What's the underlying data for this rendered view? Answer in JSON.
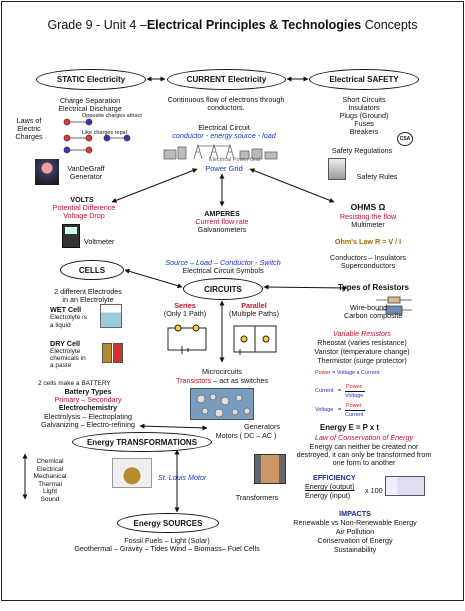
{
  "title": {
    "prefix": "Grade 9 - Unit 4 –",
    "bold": "Electrical Principles & Technologies",
    "suffix": " Concepts"
  },
  "nodes": {
    "static": "STATIC Electricity",
    "current": "CURRENT Electricity",
    "safety": "Electrical SAFETY",
    "cells": "CELLS",
    "circuits": "CIRCUITS",
    "transformations": "Energy TRANSFORMATIONS",
    "sources": "Energy SOURCES"
  },
  "static": {
    "l1": "Charge Separation",
    "l2": "Electrical Discharge",
    "laws1": "Laws of",
    "laws2": "Electric",
    "laws3": "Charges",
    "opp": "Opposite charges attract",
    "like": "Like charges repel",
    "vdg1": "VanDeGraff",
    "vdg2": "Generator"
  },
  "current": {
    "l1": "Continuous flow of electrons through",
    "l2": "conductors.",
    "ec": "Electrical Circuit",
    "cel": "conductor - energy source - load",
    "grid_caption": "Electrical Power Grid",
    "grid": "Power Grid"
  },
  "safety": {
    "l1": "Short Circuits",
    "l2": "Insulators",
    "l3": "Plugs (Ground)",
    "l4": "Fuses",
    "l5": "Breakers",
    "regs": "Safety Regulations",
    "rules": "Safety Rules",
    "csa": "CSA"
  },
  "volts": {
    "t": "VOLTS",
    "l1": "Potential Difference",
    "l2": "Voltage Drop",
    "meter": "Voltmeter"
  },
  "amps": {
    "t": "AMPERES",
    "l1": "Current flow rate",
    "l2": "Galvanometers"
  },
  "ohms": {
    "t": "OHMS Ω",
    "l1": "Resisting the flow",
    "l2": "Multimeter",
    "law": "Ohm's Law   R = V / I",
    "c1": "Conductors – Insulators",
    "c2": "Superconductors"
  },
  "symbols": {
    "l1": "Source – Load – Conductor - Switch",
    "l2": "Electrical Circuit Symbols"
  },
  "cells": {
    "two1": "2 different Electrodes",
    "two2": "in an Electrolyte",
    "wet": "WET Cell",
    "wet1": "Electrolyte is",
    "wet2": "a liquid",
    "dry": "DRY Cell",
    "dry1": "Electrolyte",
    "dry2": "chemicals in",
    "dry3": "a paste",
    "bat": "2 cells make a BATTERY",
    "types": "Battery Types",
    "ps": "Primary – Secondary",
    "echem": "Electrochemistry",
    "e1": "Electrolysis – Electroplating",
    "e2": "Galvanizing – Electro-refining"
  },
  "circuits": {
    "series": "Series",
    "series2": "(Only 1 Path)",
    "parallel": "Parallel",
    "parallel2": "(Multiple Paths)",
    "micro": "Microcircuits",
    "trans_a": "Transistors",
    "trans_b": " – act as switches"
  },
  "resistors": {
    "t": "Types of Resistors",
    "wire": "Wire-bound",
    "carbon": "Carbon composite",
    "var": "Variable Resistors",
    "r1": "Rheostat (varies resistance)",
    "r2": "Varistor (temperature change)",
    "r3": "Thermistor  (surge protector)"
  },
  "formulas": {
    "p1a": "Power",
    "p1b": " = Voltage ",
    "p1c": "x",
    "p1d": " Current",
    "cur": "Current",
    "pow": "Power",
    "volt": "Voltage",
    "eq": "=",
    "energy": "Energy  E = P x t",
    "cons": "Law of Conservation of Energy",
    "c1": "Energy can neither be created nor",
    "c2": "destroyed, it can only be transformed from",
    "c3": "one form to another"
  },
  "efficiency": {
    "t": "EFFICIENCY",
    "num": "Energy (output)",
    "x": "x  100",
    "den": "Energy (input)"
  },
  "impacts": {
    "t": "IMPACTS",
    "l1": "Renewable vs Non-Renewable Energy",
    "l2": "Air Pollution",
    "l3": "Conservation of Energy",
    "l4": "Sustainability"
  },
  "transform": {
    "list": [
      "Chemical",
      "Electrical",
      "Mechanical",
      "Thermal",
      "Light",
      "Sound"
    ],
    "gen": "Generators",
    "motors": "Motors  ( DC – AC )",
    "stlouis": "St. Louis Motor",
    "transformers": "Transformers"
  },
  "sources": {
    "l1": "Fossil Fuels – Light (Solar)",
    "l2": "Geothermal – Gravity – Tides Wind – Biomass– Fuel Cells"
  },
  "colors": {
    "red": "#c8102e",
    "blue": "#1a33cc"
  }
}
